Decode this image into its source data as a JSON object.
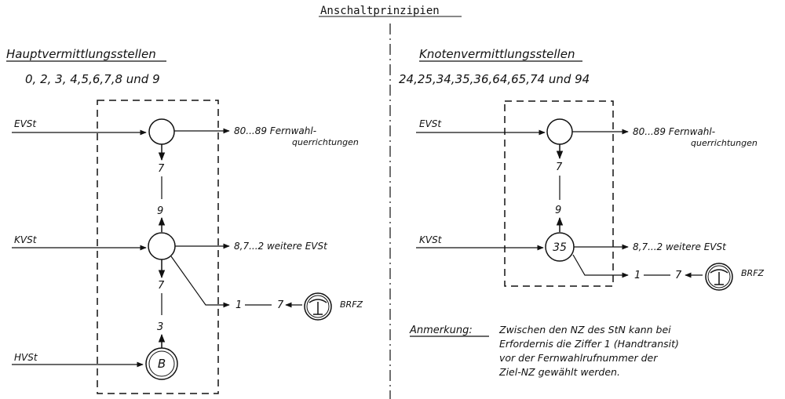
{
  "title": "Anschaltprinzipien",
  "left": {
    "heading": "Hauptvermittlungsstellen",
    "numbers": "0, 2, 3, 4,5,6,7,8 und 9",
    "evst_label": "EVSt",
    "kvst_label": "KVSt",
    "hvst_label": "HVSt",
    "fernwahl_line1": "80...89  Fernwahl-",
    "fernwahl_line2": "querrichtungen",
    "weitere": "8,7...2 weitere EVSt",
    "digit_7a": "7",
    "digit_9": "9",
    "digit_7b": "7",
    "digit_3": "3",
    "brfz_1": "1",
    "brfz_7": "7",
    "brfz_label": "BRFZ",
    "node_b": "B"
  },
  "right": {
    "heading": "Knotenvermittlungsstellen",
    "numbers": "24,25,34,35,36,64,65,74 und 94",
    "evst_label": "EVSt",
    "kvst_label": "KVSt",
    "fernwahl_line1": "80...89  Fernwahl-",
    "fernwahl_line2": "querrichtungen",
    "weitere": "8,7...2 weitere EVSt",
    "digit_7": "7",
    "digit_9": "9",
    "node_35": "35",
    "brfz_1": "1",
    "brfz_7": "7",
    "brfz_label": "BRFZ"
  },
  "note": {
    "label": "Anmerkung:",
    "line1": "Zwischen den NZ des StN kann bei",
    "line2": "Erfordernis die Ziffer 1 (Handtransit)",
    "line3": "vor der Fernwahlrufnummer der",
    "line4": "Ziel-NZ gewählt werden."
  }
}
